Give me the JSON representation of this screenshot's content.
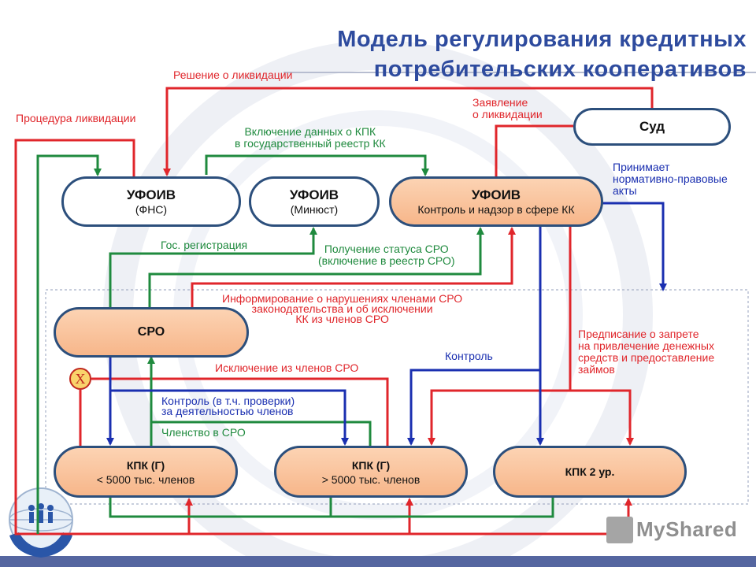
{
  "title": "Модель регулирования кредитных\nпотребительских кооперативов",
  "nodes": {
    "ufoiv_fns": {
      "line1": "УФОИВ",
      "line2": "(ФНС)"
    },
    "ufoiv_minjust": {
      "line1": "УФОИВ",
      "line2": "(Минюст)"
    },
    "ufoiv_control": {
      "line1": "УФОИВ",
      "line2": "Контроль и надзор в сфере КК"
    },
    "sud": {
      "line1": "Суд"
    },
    "sro": {
      "line1": "СРО"
    },
    "kpk_small": {
      "line1": "КПК (Г)",
      "line2": "< 5000 тыс. членов"
    },
    "kpk_large": {
      "line1": "КПК (Г)",
      "line2": "> 5000 тыс. членов"
    },
    "kpk2": {
      "line1": "КПК 2 ур."
    }
  },
  "labels": {
    "reshenie": "Решение о ликвидации",
    "procedura": "Процедура ликвидации",
    "vklyuchenie": "Включение данных о КПК\nв государственный реестр КК",
    "zayavlenie": "Заявление\nо ликвидации",
    "prinimaet": "Принимает\nнормативно-правовые\nакты",
    "gos_reg": "Гос. регистрация",
    "poluchenie": "Получение статуса СРО\n(включение в реестр СРО)",
    "informirovanie": "Информирование о нарушениях членами СРО\nзаконодательства и об исключении\nКК из членов СРО",
    "predpisanie": "Предписание о запрете\nна привлечение денежных\nсредств и предоставление\nзаймов",
    "kontrol": "Контроль",
    "isklyuchenie": "Исключение из членов СРО",
    "kontrol_proverki": "Контроль (в т.ч. проверки)\nза деятельностью членов",
    "chlenstvo": "Членство в СРО"
  },
  "exclusion_mark": "X",
  "logo": "MyShared",
  "colors": {
    "title": "#2e4b9e",
    "red_flow": "#e0262b",
    "green_flow": "#1f8a3e",
    "blue_flow": "#1a2fb0",
    "node_border": "#2c4f7c",
    "node_orange": "#f7b68a"
  }
}
